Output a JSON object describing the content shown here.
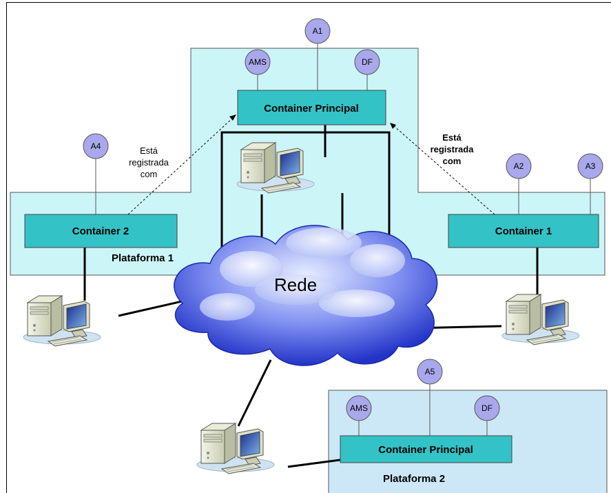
{
  "diagram": {
    "cloud": {
      "label": "Rede"
    },
    "platform1": {
      "label": "Plataforma 1",
      "main_container": "Container Principal",
      "agents": {
        "ams": "AMS",
        "df": "DF",
        "a1": "A1"
      },
      "container2": {
        "label": "Container 2",
        "agent": "A4"
      },
      "container1": {
        "label": "Container 1",
        "agents": [
          "A2",
          "A3"
        ]
      },
      "note_left": [
        "Está",
        "registrada",
        "com"
      ],
      "note_right": [
        "Está",
        "registrada",
        "com"
      ]
    },
    "platform2": {
      "label": "Plataforma 2",
      "main_container": "Container Principal",
      "agents": {
        "ams": "AMS",
        "df": "DF",
        "a5": "A5"
      }
    }
  },
  "colors": {
    "platform1_fill": "#ccf5f8",
    "platform2_fill": "#cce8f6",
    "container_fill": "#33c2c6",
    "agent_fill": "#a9a8ec",
    "cloud_fill": "#3f55e0"
  }
}
